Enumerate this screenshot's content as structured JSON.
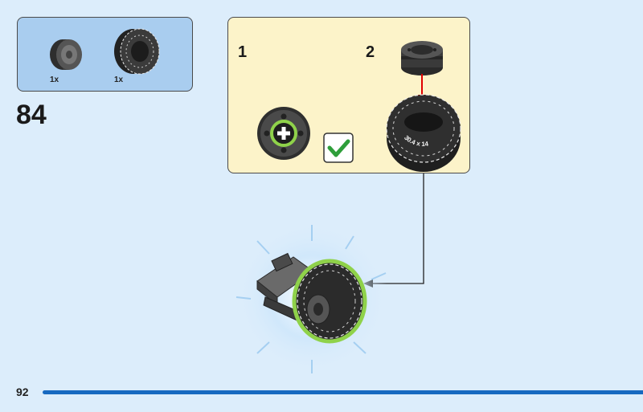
{
  "parts_list": {
    "items": [
      {
        "name": "wheel-rim",
        "quantity": "1x"
      },
      {
        "name": "tire",
        "quantity": "1x"
      }
    ]
  },
  "step": {
    "number": "84"
  },
  "substeps": [
    {
      "number": "1"
    },
    {
      "number": "2"
    }
  ],
  "tire_text": "30.4 x 14",
  "page": {
    "number": "92"
  },
  "colors": {
    "background": "#dcedfb",
    "parts_box": "#a9cdef",
    "substep_box": "#fcf3c9",
    "accent_blue": "#1769c0",
    "check_green": "#2e9e3a",
    "highlight_green": "#8fd24a",
    "arrow_red": "#e00000"
  },
  "icons": [
    "check-icon",
    "plus-icon",
    "arrow-icon"
  ]
}
